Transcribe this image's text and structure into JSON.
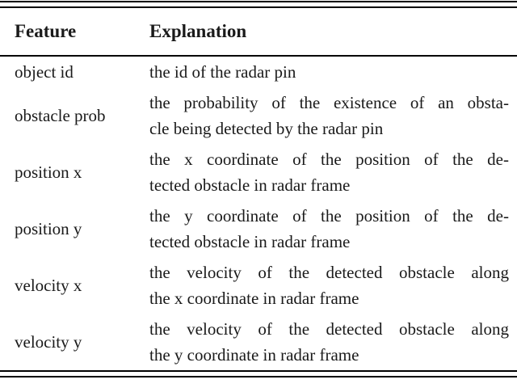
{
  "table": {
    "header": {
      "feature": "Feature",
      "explanation": "Explanation"
    },
    "rows": [
      {
        "feature": "object id",
        "lines": [
          "the id of the radar pin"
        ]
      },
      {
        "feature": "obstacle prob",
        "lines": [
          "the probability of the existence of an obsta-",
          "cle being detected by the radar pin"
        ]
      },
      {
        "feature": "position x",
        "lines": [
          "the x coordinate of the position of the de-",
          "tected obstacle in radar frame"
        ]
      },
      {
        "feature": "position y",
        "lines": [
          "the y coordinate of the position of the de-",
          "tected obstacle in radar frame"
        ]
      },
      {
        "feature": "velocity x",
        "lines": [
          "the velocity of the detected obstacle along",
          "the x coordinate in radar frame"
        ]
      },
      {
        "feature": "velocity y",
        "lines": [
          "the velocity of the detected obstacle along",
          "the y coordinate in radar frame"
        ]
      }
    ],
    "colors": {
      "text": "#1a1a1a",
      "rule": "#000000",
      "background": "#ffffff"
    }
  }
}
